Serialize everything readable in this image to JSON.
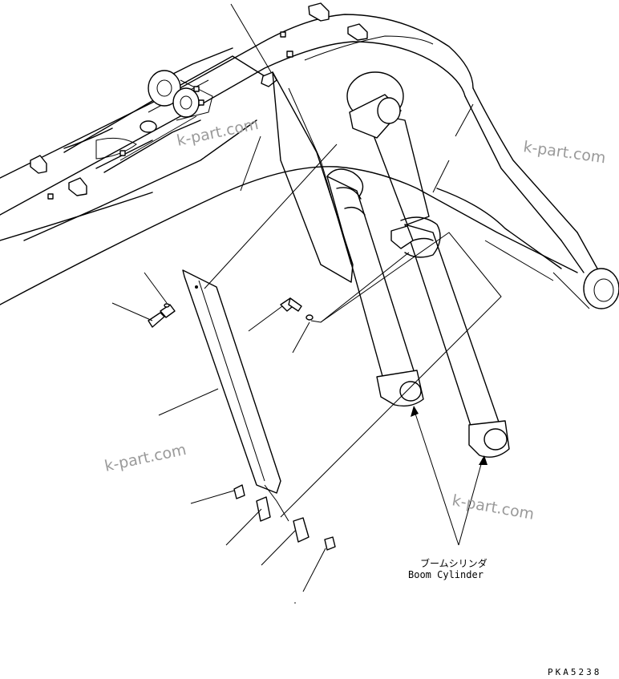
{
  "labels": {
    "part_name_jp": "ブームシリンダ",
    "part_name_en": "Boom Cylinder",
    "drawing_code": "PKA5238"
  },
  "watermarks": [
    "k-part.com",
    "k-part.com",
    "k-part.com",
    "k-part.com"
  ]
}
